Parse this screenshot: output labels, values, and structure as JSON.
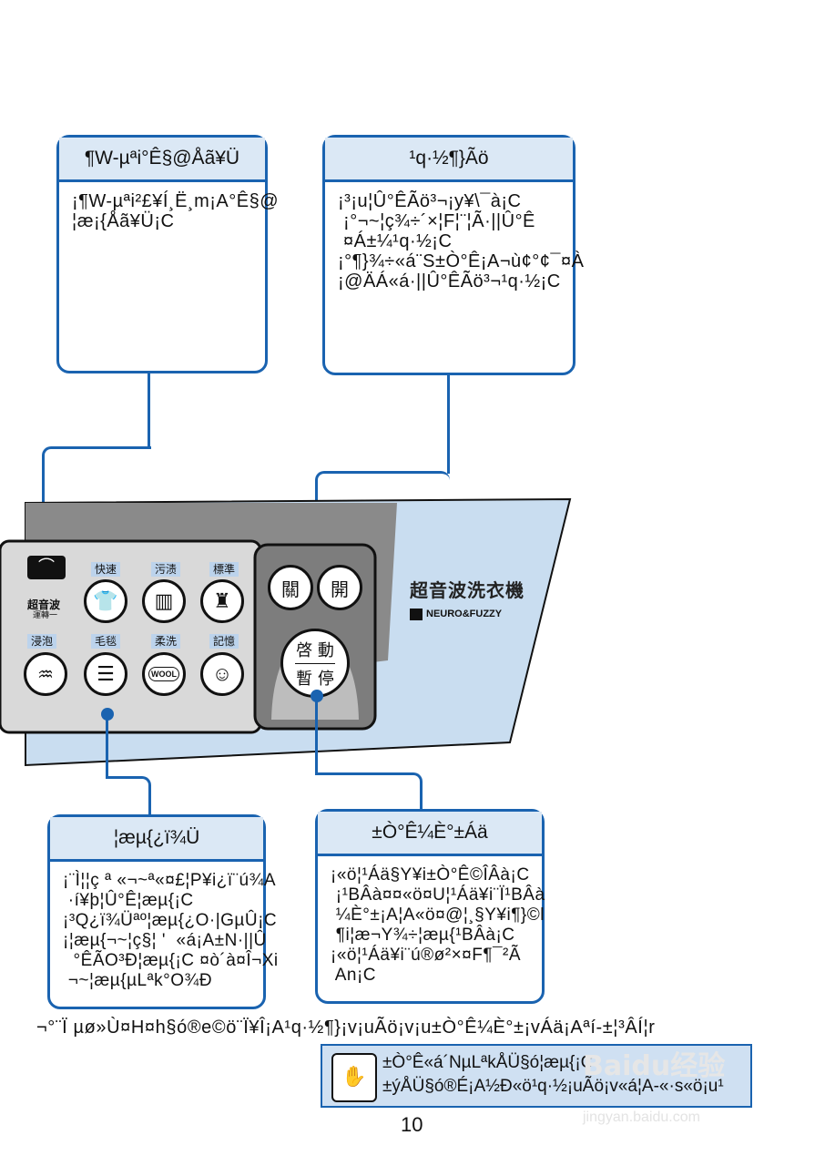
{
  "top_left_box": {
    "header": "¶W-µªi°Ê§@Åã¥Ü",
    "body": "¡¶W-µªi²£¥Í¸Ë¸m¡A°Ê§@\n¦æ¡{Åã¥Ü¡C"
  },
  "top_right_box": {
    "header": "¹q·½¶}Ãö",
    "body": "¡³¡u¦Û°ÊÃö³¬¡y¥\\¯à¡C\n ¡°¬~¦ç¾÷´×¦F¦¨¦Ã·||Û°Ê\n ¤Á±¼¹q·½¡C\n¡°¶}¾÷«á¨S±Ò°Ê¡A¬ù¢°¢¯¤À\n¡@ÄÁ«á·||Û°ÊÃö³¬¹q·½¡C"
  },
  "bottom_left_box": {
    "header": "¦æµ{¿ï¾Ü",
    "body": "¡¨Ì¦¦ç ª «¬~ª«¤£¦P¥i¿ï¨ú¾A\n ·í¥þ¦Û°Ê¦æµ{¡C\n¡³Q¿ï¾Üªº¦æµ{¿O·|GµÛ¡C\n¡¦æµ{¬~¦ç§¦ '  «á¡A±N·||Û\n  °ÊÃO³Ð¦æµ{¡C ¤ò´à¤Î¬Xi\n ¬~¦æµ{µLªk°O¾Ð"
  },
  "bottom_right_box": {
    "header": "±Ò°Ê¼È°±Áä",
    "body": "¡«ö¦¹Áä§Y¥i±Ò°Ê©ÎÂà¡C\n ¡¹BÂà¤¤«ö¤U¦¹Áä¥i¨Ï¹BÂà\n ¼È°±¡A¦A«ö¤@¦¸§Y¥i¶}©l\n ¶i¦æ¬Y¾÷¦æµ{¹BÂà¡C\n¡«ö¦¹Áä¥i¨ú®ø²×¤F¶¯²Ã\n An¡C"
  },
  "panel": {
    "labels_row1": [
      "快速",
      "污渍",
      "標準"
    ],
    "labels_row2": [
      "浸泡",
      "毛毯",
      "柔洗",
      "記憶"
    ],
    "ultrasonic_label": "超音波",
    "ultrasonic_sub": "運轉一",
    "power_off": "關",
    "power_on": "開",
    "start_top": "啓 動",
    "start_bottom": "暫 停",
    "wool": "WOOL",
    "brand_title": "超音波洗衣機",
    "brand_sub": "NEURO&FUZZY"
  },
  "footline": "¬°¨Ï µø»Ù¤H¤h§ó®e©ö¨Ï¥Î¡A¹q·½¶}¡v¡uÃö¡v¡u±Ò°Ê¼È°±¡vÁä¡Aªí-±¦³ÂÍ¦r",
  "note": {
    "line1": "±Ò°Ê«á´NµLªkÅÜ§ó¦æµ{¡C",
    "line2": "±ýÅÜ§ó®É¡A½Ð«ö¹q·½¡uÃö¡v«á¦A-«·s«ö¡u¹"
  },
  "page_number": "10",
  "watermark": "Baidu经验",
  "watermark_url": "jingyan.baidu.com"
}
